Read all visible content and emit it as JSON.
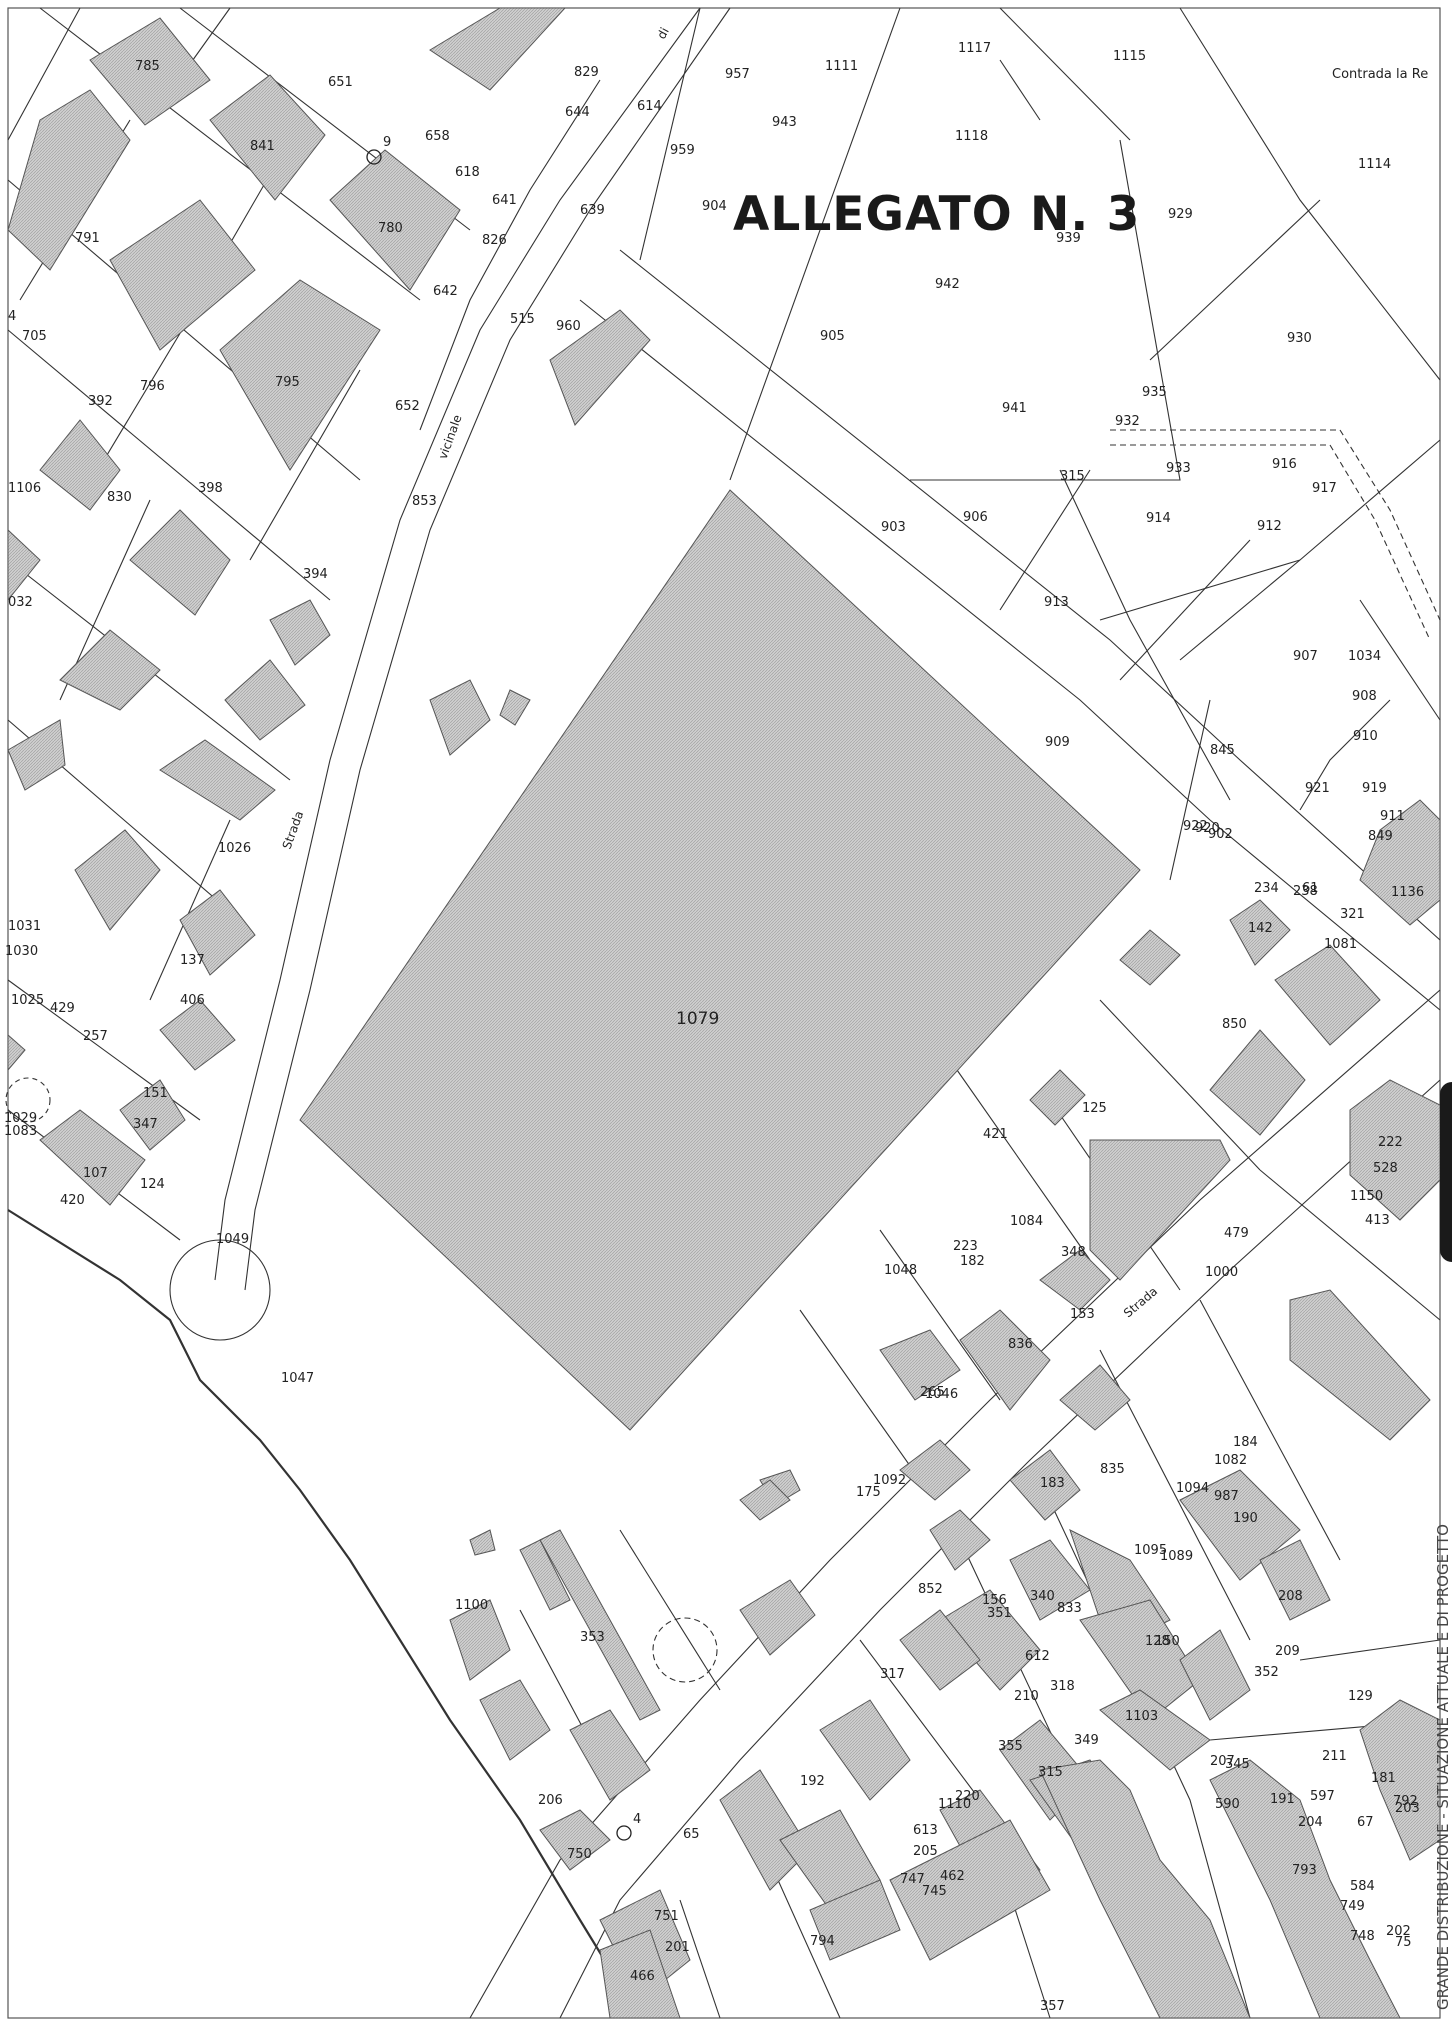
{
  "title": "ALLEGATO N. 3",
  "locality": "Contrada la Re",
  "side_text": "GRANDE DISTRIBUZIONE - SITUAZIONE ATTUALE E DI PROGETTO",
  "streets": [
    "Strada",
    "vicinale",
    "di",
    "Strada"
  ],
  "survey_points": [
    "9",
    "4"
  ],
  "main_parcel": "1079",
  "parcels": [
    "785",
    "651",
    "829",
    "957",
    "1111",
    "1117",
    "1115",
    "Contrada la Re",
    "644",
    "841",
    "658",
    "614",
    "943",
    "618",
    "959",
    "1118",
    "1114",
    "780",
    "641",
    "639",
    "904",
    "939",
    "929",
    "791",
    "826",
    "642",
    "515",
    "960",
    "942",
    "4",
    "705",
    "905",
    "930",
    "796",
    "795",
    "652",
    "941",
    "935",
    "932",
    "392",
    "853",
    "933",
    "916",
    "1106",
    "830",
    "398",
    "315",
    "917",
    "914",
    "903",
    "906",
    "912",
    "394",
    "032",
    "913",
    "907",
    "909",
    "845",
    "1034",
    "908",
    "910",
    "919",
    "921",
    "920",
    "922",
    "849",
    "911",
    "238",
    "234",
    "1136",
    "1026",
    "902",
    "61",
    "321",
    "1031",
    "1081",
    "142",
    "1030",
    "137",
    "1025",
    "406",
    "1029",
    "850",
    "429",
    "1150",
    "257",
    "151",
    "125",
    "347",
    "107",
    "222",
    "421",
    "528",
    "1083",
    "124",
    "223",
    "420",
    "348",
    "413",
    "1084",
    "479",
    "1049",
    "182",
    "1000",
    "1048",
    "836",
    "153",
    "1047",
    "265",
    "835",
    "1082",
    "175",
    "1046",
    "183",
    "987",
    "1092",
    "1095",
    "1094",
    "184",
    "1089",
    "1100",
    "852",
    "156",
    "351",
    "352",
    "353",
    "150",
    "209",
    "208",
    "1103",
    "340",
    "612",
    "317",
    "833",
    "190",
    "128",
    "349",
    "355",
    "315",
    "210",
    "318",
    "345",
    "191",
    "129",
    "181",
    "211",
    "207",
    "206",
    "192",
    "65",
    "613",
    "220",
    "590",
    "597",
    "750",
    "205",
    "204",
    "1110",
    "67",
    "792",
    "793",
    "584",
    "747",
    "745",
    "203",
    "202",
    "357",
    "751",
    "201",
    "749",
    "748",
    "75",
    "794",
    "462",
    "466"
  ],
  "colors": {
    "building_fill": "#cdcdcd",
    "building_stroke": "#555555",
    "line": "#333333",
    "background": "#ffffff"
  },
  "icons": [
    "survey-point-icon",
    "edge-tab-icon"
  ]
}
